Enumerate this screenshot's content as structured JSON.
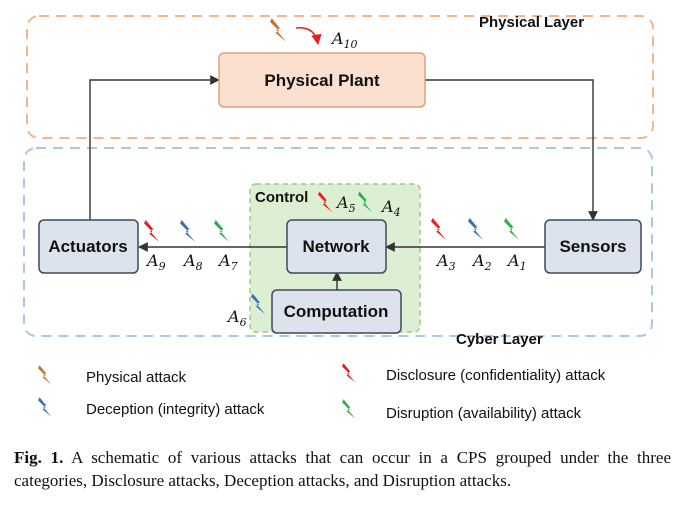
{
  "diagram": {
    "layers": {
      "physical": "Physical Layer",
      "cyber": "Cyber Layer",
      "control": "Control"
    },
    "nodes": {
      "physical_plant": "Physical Plant",
      "actuators": "Actuators",
      "network": "Network",
      "sensors": "Sensors",
      "computation": "Computation"
    },
    "attacks": {
      "a10": {
        "letter": "A",
        "sub": "10"
      },
      "a9": {
        "letter": "A",
        "sub": "9"
      },
      "a8": {
        "letter": "A",
        "sub": "8"
      },
      "a7": {
        "letter": "A",
        "sub": "7"
      },
      "a6": {
        "letter": "A",
        "sub": "6"
      },
      "a5": {
        "letter": "A",
        "sub": "5"
      },
      "a4": {
        "letter": "A",
        "sub": "4"
      },
      "a3": {
        "letter": "A",
        "sub": "3"
      },
      "a2": {
        "letter": "A",
        "sub": "2"
      },
      "a1": {
        "letter": "A",
        "sub": "1"
      }
    },
    "colors": {
      "physical": "#c8742a",
      "disclosure": "#e81e1e",
      "deception": "#3a72b8",
      "disruption": "#2bb04a",
      "physical_layer_border": "#f6b48c",
      "cyber_layer_border": "#a8c8e8",
      "control_fill": "#dcefd2",
      "control_border": "#9acb7e",
      "plant_fill": "#fbe0cf",
      "plant_border": "#e0a07c",
      "node_fill": "#dde3ec",
      "node_border": "#3c4a5c"
    }
  },
  "legend": {
    "physical": "Physical attack",
    "deception": "Deception (integrity) attack",
    "disclosure": "Disclosure (confidentiality) attack",
    "disruption": "Disruption (availability) attack"
  },
  "caption": {
    "label": "Fig. 1.",
    "text": " A schematic of various attacks that can occur in a CPS grouped under the three categories, Disclosure attacks, Deception attacks, and Disruption attacks."
  }
}
